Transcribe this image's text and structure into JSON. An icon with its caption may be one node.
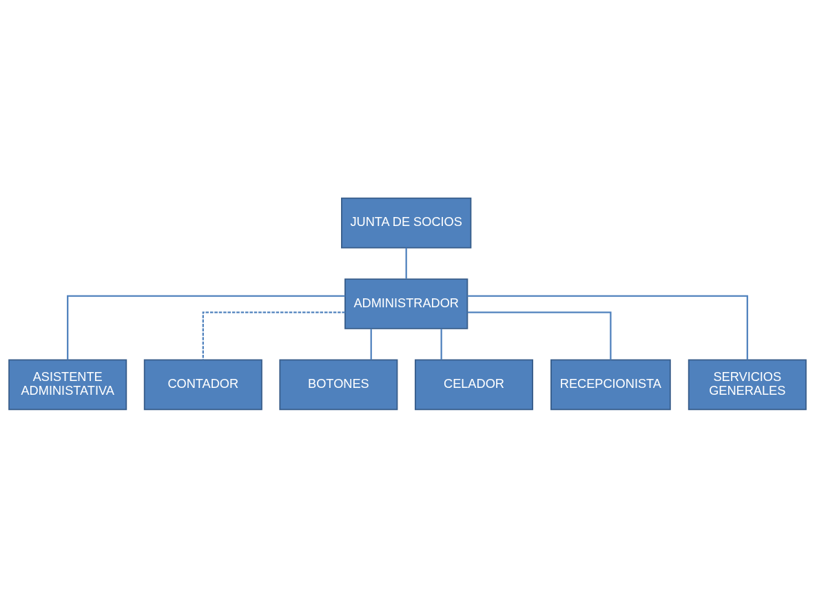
{
  "diagram": {
    "nodes": [
      {
        "text": [
          "JUNTA DE SOCIOS"
        ]
      },
      {
        "text": [
          "ADMINISTRADOR"
        ]
      },
      {
        "text": [
          "ASISTENTE ADMINISTATIVA"
        ]
      },
      {
        "text": [
          "CONTADOR"
        ]
      },
      {
        "text": [
          "BOTONES"
        ]
      },
      {
        "text": [
          "CELADOR"
        ]
      },
      {
        "text": [
          "RECEPCIONISTA"
        ]
      },
      {
        "text": [
          "SERVICIOS GENERALES"
        ]
      }
    ],
    "edges": [
      {
        "from": 0,
        "to": 1,
        "arrow": "none"
      },
      {
        "from": 1,
        "to": 2,
        "arrow": "none"
      },
      {
        "from": 1,
        "to": 3,
        "arrow": "none",
        "style": "dashed"
      },
      {
        "from": 1,
        "to": 4,
        "arrow": "none"
      },
      {
        "from": 1,
        "to": 5,
        "arrow": "none"
      },
      {
        "from": 1,
        "to": 6,
        "arrow": "none"
      },
      {
        "from": 1,
        "to": 7,
        "arrow": "none"
      }
    ]
  }
}
